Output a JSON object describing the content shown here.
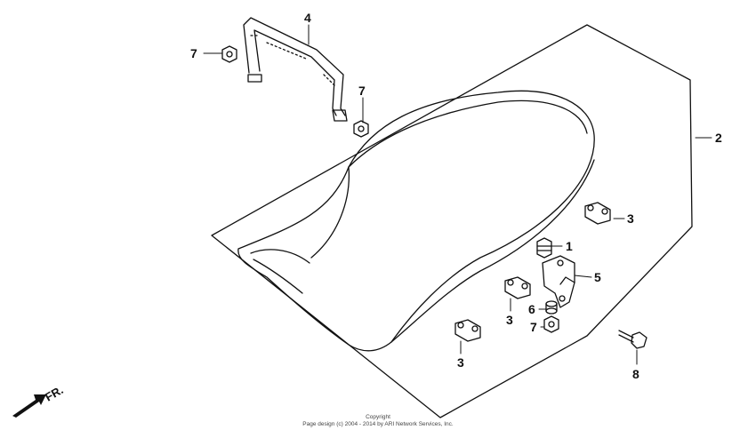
{
  "callouts": {
    "c1": "1",
    "c2": "2",
    "c3a": "3",
    "c3b": "3",
    "c3c": "3",
    "c4": "4",
    "c5": "5",
    "c6": "6",
    "c7a": "7",
    "c7b": "7",
    "c7c": "7",
    "c8": "8"
  },
  "front_label": "FR.",
  "footer": {
    "line1": "Copyright",
    "line2": "Page design (c) 2004 - 2014 by ARI Network Services, Inc."
  }
}
